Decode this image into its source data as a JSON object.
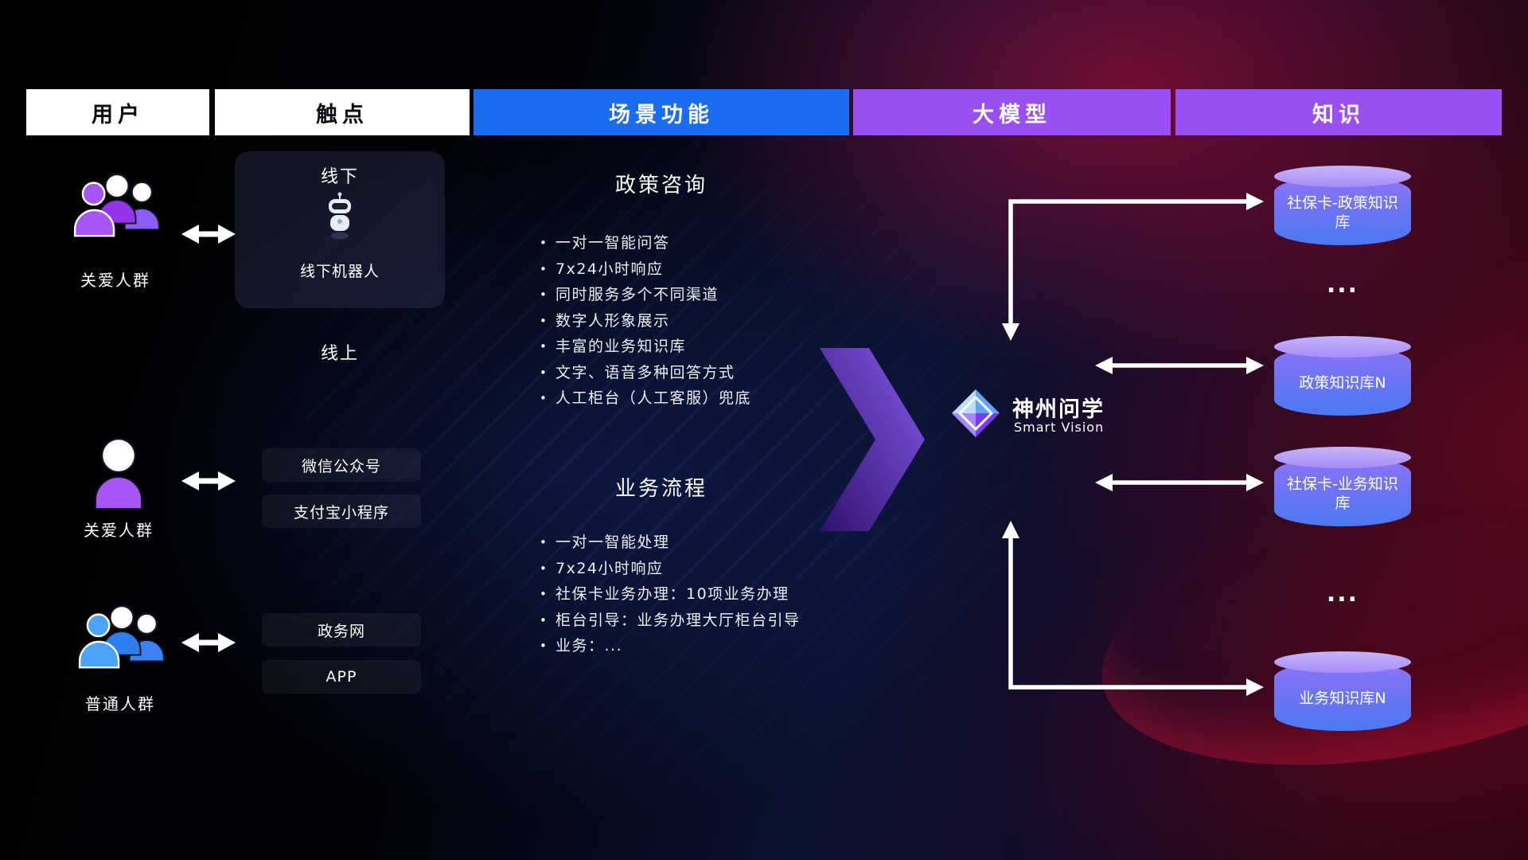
{
  "headers": [
    {
      "label": "用户"
    },
    {
      "label": "触点"
    },
    {
      "label": "场景功能"
    },
    {
      "label": "大模型"
    },
    {
      "label": "知识"
    }
  ],
  "users": [
    {
      "label": "关爱人群",
      "icon": "group-people-icon",
      "color": "#a855f7"
    },
    {
      "label": "关爱人群",
      "icon": "person-icon",
      "color": "#a855f7"
    },
    {
      "label": "普通人群",
      "icon": "group-people-icon",
      "color": "#3b82f6"
    }
  ],
  "touchpoints": {
    "offline": {
      "title": "线下",
      "robot_label": "线下机器人",
      "icon": "robot-icon"
    },
    "online_title": "线上",
    "channels": [
      {
        "label": "微信公众号"
      },
      {
        "label": "支付宝小程序"
      },
      {
        "label": "政务网"
      },
      {
        "label": "APP"
      }
    ]
  },
  "scenarios": [
    {
      "title": "政策咨询",
      "items": [
        "一对一智能问答",
        "7x24小时响应",
        "同时服务多个不同渠道",
        "数字人形象展示",
        "丰富的业务知识库",
        "文字、语音多种回答方式",
        "人工柜台（人工客服）兜底"
      ]
    },
    {
      "title": "业务流程",
      "items": [
        "一对一智能处理",
        "7x24小时响应",
        "社保卡业务办理：10项业务办理",
        "柜台引导：业务办理大厅柜台引导",
        "业务：..."
      ]
    }
  ],
  "model": {
    "name": "神州问学",
    "subtitle": "Smart Vision",
    "icon": "diamond-logo-icon"
  },
  "knowledge": {
    "cylinders": [
      {
        "label": "社保卡-政策知识库"
      },
      {
        "label": "政策知识库N"
      },
      {
        "label": "社保卡-业务知识库"
      },
      {
        "label": "业务知识库N"
      }
    ],
    "ellipsis": "..."
  },
  "colors": {
    "header_blue": "#1a6df2",
    "header_purple": "#9a4ff2",
    "cylinder_top": "#b7a4fa",
    "cylinder_body_top": "#8b72f6",
    "cylinder_body_bottom": "#4a78f0",
    "big_arrow": "#6d28d9",
    "connector": "#ffffff",
    "user_purple": "#a855f7",
    "user_blue": "#3b82f6"
  }
}
